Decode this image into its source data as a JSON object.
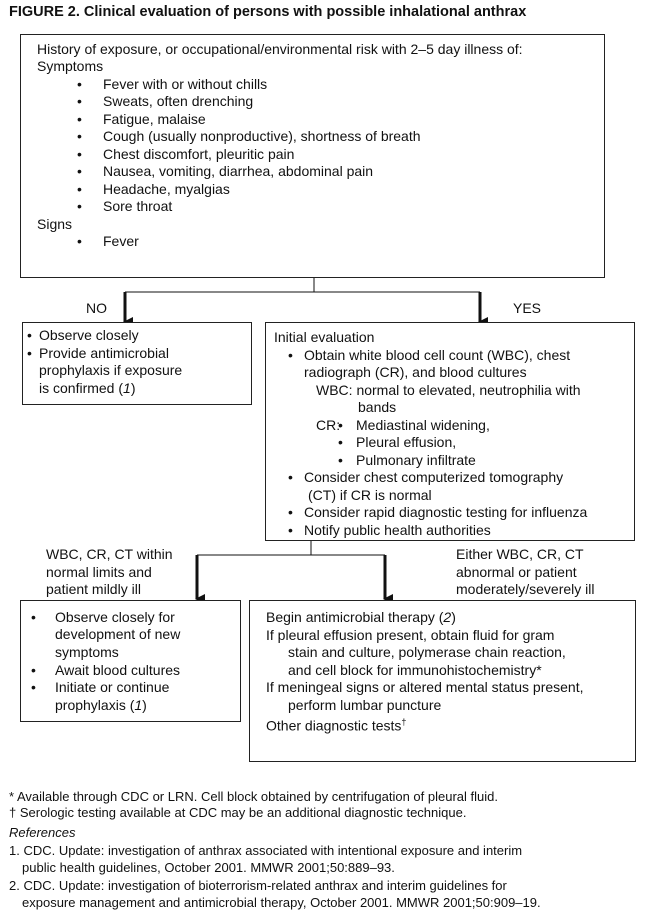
{
  "figure_title": "FIGURE 2. Clinical evaluation of persons with possible inhalational anthrax",
  "top_box": {
    "header": "History of exposure, or occupational/environmental risk with 2–5 day illness of:",
    "symptoms_label": "Symptoms",
    "symptoms": [
      "Fever with or without chills",
      "Sweats, often drenching",
      "Fatigue, malaise",
      "Cough (usually nonproductive), shortness of breath",
      "Chest discomfort, pleuritic pain",
      "Nausea, vomiting, diarrhea, abdominal pain",
      "Headache, myalgias",
      "Sore throat"
    ],
    "signs_label": "Signs",
    "signs": [
      "Fever"
    ]
  },
  "branch1": {
    "no_label": "NO",
    "yes_label": "YES"
  },
  "no_box": {
    "item1": "Observe closely",
    "item2_lines": [
      "Provide antimicrobial",
      "prophylaxis if exposure"
    ],
    "item2_last": "is confirmed (",
    "ref": "1",
    "close": ")"
  },
  "eval_box": {
    "title": "Initial evaluation",
    "obtain_lines": [
      "Obtain white blood cell count (WBC), chest",
      "radiograph (CR), and blood cultures"
    ],
    "wbc_lines": [
      "WBC:  normal to elevated, neutrophilia with",
      "bands"
    ],
    "cr_label": "CR:",
    "cr_items": [
      "Mediastinal widening,",
      "Pleural effusion,",
      "Pulmonary infiltrate"
    ],
    "ct_lines": [
      "Consider chest computerized tomography",
      "(CT) if CR is normal"
    ],
    "flu": "Consider rapid diagnostic testing for influenza",
    "notify": "Notify public health authorities"
  },
  "branch2": {
    "left_label_lines": [
      "WBC, CR, CT within",
      "normal limits and",
      "patient mildly ill"
    ],
    "right_label_lines": [
      "Either WBC, CR, CT",
      "abnormal or patient",
      "moderately/severely ill"
    ]
  },
  "mild_box": {
    "item1_lines": [
      "Observe closely for",
      "development of new",
      "symptoms"
    ],
    "item2": "Await blood cultures",
    "item3_lines": [
      "Initiate or continue"
    ],
    "item3_last": "prophylaxis (",
    "ref": "1",
    "close": ")"
  },
  "therapy_box": {
    "begin": "Begin antimicrobial therapy (",
    "begin_ref": "2",
    "begin_close": ")",
    "pleural_lines": [
      "If pleural effusion present, obtain fluid for gram",
      "stain and culture, polymerase chain reaction,",
      "and cell block for immunohistochemistry*"
    ],
    "meningeal_lines": [
      "If meningeal signs or altered mental status present,",
      "perform lumbar puncture"
    ],
    "other": "Other diagnostic tests",
    "other_mark": "†"
  },
  "footnotes": {
    "star": "* Available through CDC or LRN. Cell block obtained by centrifugation of pleural fluid.",
    "dagger": "† Serologic testing available at CDC may be an additional diagnostic technique."
  },
  "references": {
    "heading": "References",
    "items": [
      [
        "1. CDC. Update: investigation of anthrax associated with intentional exposure and interim",
        "public health guidelines, October 2001. MMWR 2001;50:889–93."
      ],
      [
        "2. CDC. Update: investigation of bioterrorism-related anthrax and interim guidelines for",
        "exposure management and antimicrobial therapy, October 2001. MMWR 2001;50:909–19."
      ]
    ]
  },
  "bullet_char": "•"
}
